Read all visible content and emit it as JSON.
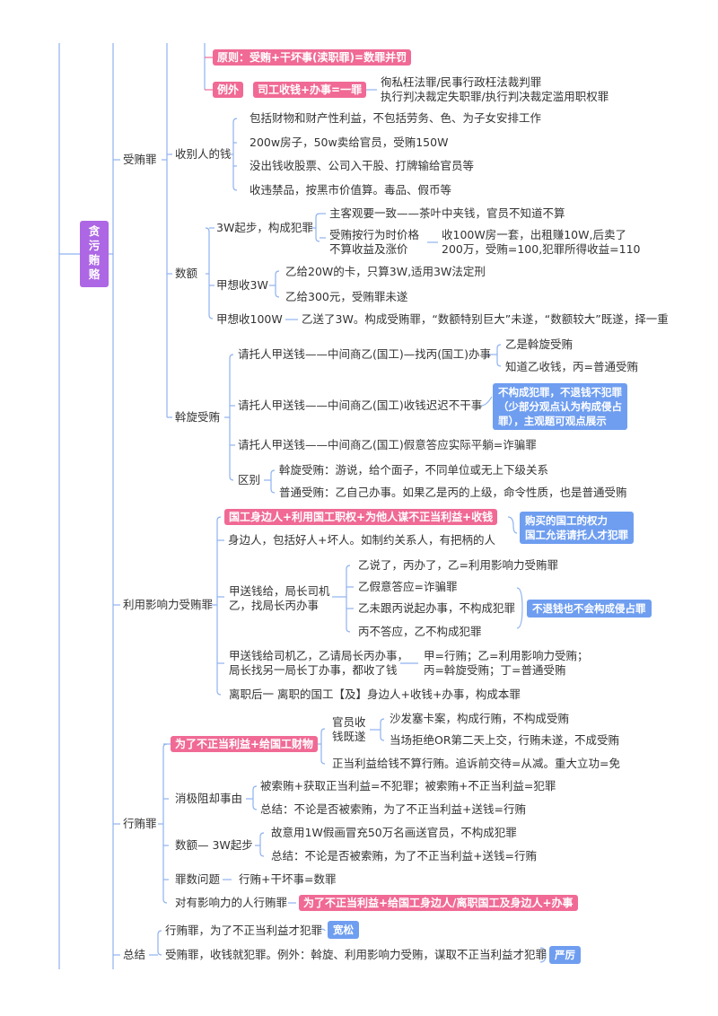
{
  "root": {
    "label": [
      "贪",
      "污",
      "贿",
      "赂"
    ],
    "color": "#ad67e4"
  },
  "colors": {
    "pink": "#f06a95",
    "blue": "#6f9ef0",
    "line": "#8fb2ef"
  },
  "sections": {
    "shouhui": {
      "label": "受贿罪",
      "principle": "原则：受贿+干坏事(渎职罪)=数罪并罚",
      "exception_tag": "例外",
      "exception_rule": "司工收钱+办事=一罪",
      "exception_results": [
        "徇私枉法罪/民事行政枉法裁判罪",
        "执行判决裁定失职罪/执行判决裁定滥用职权罪"
      ],
      "money": {
        "label": "收别人的钱",
        "items": [
          "包括财物和财产性利益，不包括劳务、色、为子女安排工作",
          "200w房子，50w卖给官员，受贿150W",
          "没出钱收股票、公司入干股、打牌输给官员等",
          "收违禁品，按黑市价值算。毒品、假币等"
        ]
      },
      "amount": {
        "label": "数额",
        "start": {
          "label": "3W起步，构成犯罪",
          "items": [
            "主客观要一致——茶叶中夹钱，官员不知道不算"
          ],
          "case_label": [
            "受贿按行为时价格",
            "不算收益及涨价"
          ],
          "case_detail": [
            "收100W房一套，出租赚10W,后卖了",
            "200万，受贿=100,犯罪所得收益=110"
          ]
        },
        "want3w": {
          "label": "甲想收3W",
          "items": [
            "乙给20W的卡，只算3W,适用3W法定刑",
            "乙给300元，受贿罪未遂"
          ]
        },
        "want100w": {
          "label": "甲想收100W",
          "detail": "乙送了3W。构成受贿罪，“数额特别巨大”未遂，“数额较大”既遂，择一重"
        }
      },
      "woxuan": {
        "label": "斡旋受贿",
        "c1": "请托人甲送钱——中间商乙(国工)—找丙(国工)办事",
        "c1_results": [
          "乙是斡旋受贿",
          "知道乙收钱，丙=普通受贿"
        ],
        "c2": "请托人甲送钱——中间商乙(国工)收钱迟迟不干事",
        "c2_note": [
          "不构成犯罪，不退钱不犯罪",
          "（少部分观点认为构成侵占",
          "罪），主观题可观点展示"
        ],
        "c3": "请托人甲送钱——中间商乙(国工)假意答应实际平躺=诈骗罪",
        "diff_label": "区别",
        "diff": [
          "斡旋受贿：游说，给个面子，不同单位或无上下级关系",
          "普通受贿：乙自己办事。如果乙是丙的上级，命令性质，也是普通受贿"
        ]
      }
    },
    "influence": {
      "label": "利用影响力受贿罪",
      "rule": "国工身边人+利用国工职权+为他人谋不正当利益+收钱",
      "person": "身边人，包括好人+坏人。如制约关系人，有把柄的人",
      "note1": [
        "购买的国工的权力",
        "国工允诺请托人才犯罪"
      ],
      "case_label": [
        "甲送钱给，局长司机",
        "乙，找局长丙办事"
      ],
      "case_items": [
        "乙说了，丙办了，乙=利用影响力受贿罪",
        "乙假意答应=诈骗罪",
        "乙未跟丙说起办事，不构成犯罪",
        "丙不答应，乙不构成犯罪"
      ],
      "note2": "不退钱也不会构成侵占罪",
      "case2_label": [
        "甲送钱给司机乙，乙请局长丙办事，",
        "局长找另一局长丁办事，都收了钱"
      ],
      "case2_results": [
        "甲=行贿；乙=利用影响力受贿；",
        "丙=斡旋受贿；丁=普通受贿"
      ],
      "retired": "离职后一  离职的国工【及】身边人+收钱+办事，构成本罪"
    },
    "xinghui": {
      "label": "行贿罪",
      "rule": "为了不正当利益+给国工财物",
      "official_label": [
        "官员收",
        "钱既遂"
      ],
      "official_items": [
        "沙发塞卡案，构成行贿，不构成受贿",
        "当场拒绝OR第二天上交，行贿未遂，不成受贿"
      ],
      "proper": "正当利益给钱不算行贿。追诉前交待=从减。重大立功=免",
      "extort_label": "消极阻却事由",
      "extort_items": [
        "被索贿+获取正当利益=不犯罪；被索贿+不正当利益=犯罪",
        "总结：不论是否被索贿，为了不正当利益+送钱=行贿"
      ],
      "amount_label": "数额— 3W起步",
      "amount_items": [
        "故意用1W假画冒充50万名画送官员，不构成犯罪",
        "总结：不论是否被索贿，为了不正当利益+送钱=行贿"
      ],
      "counts_label": "罪数问题",
      "counts_detail": "行贿+干坏事=数罪",
      "influence_label": "对有影响力的人行贿罪",
      "influence_rule": "为了不正当利益+给国工身边人/离职国工及身边人+办事"
    },
    "summary": {
      "label": "总结",
      "items": [
        "行贿罪，为了不正当利益才犯罪",
        "受贿罪，收钱就犯罪。例外：斡旋、利用影响力受贿，谋取不正当利益才犯罪"
      ],
      "tags": [
        "宽松",
        "严厉"
      ]
    }
  }
}
